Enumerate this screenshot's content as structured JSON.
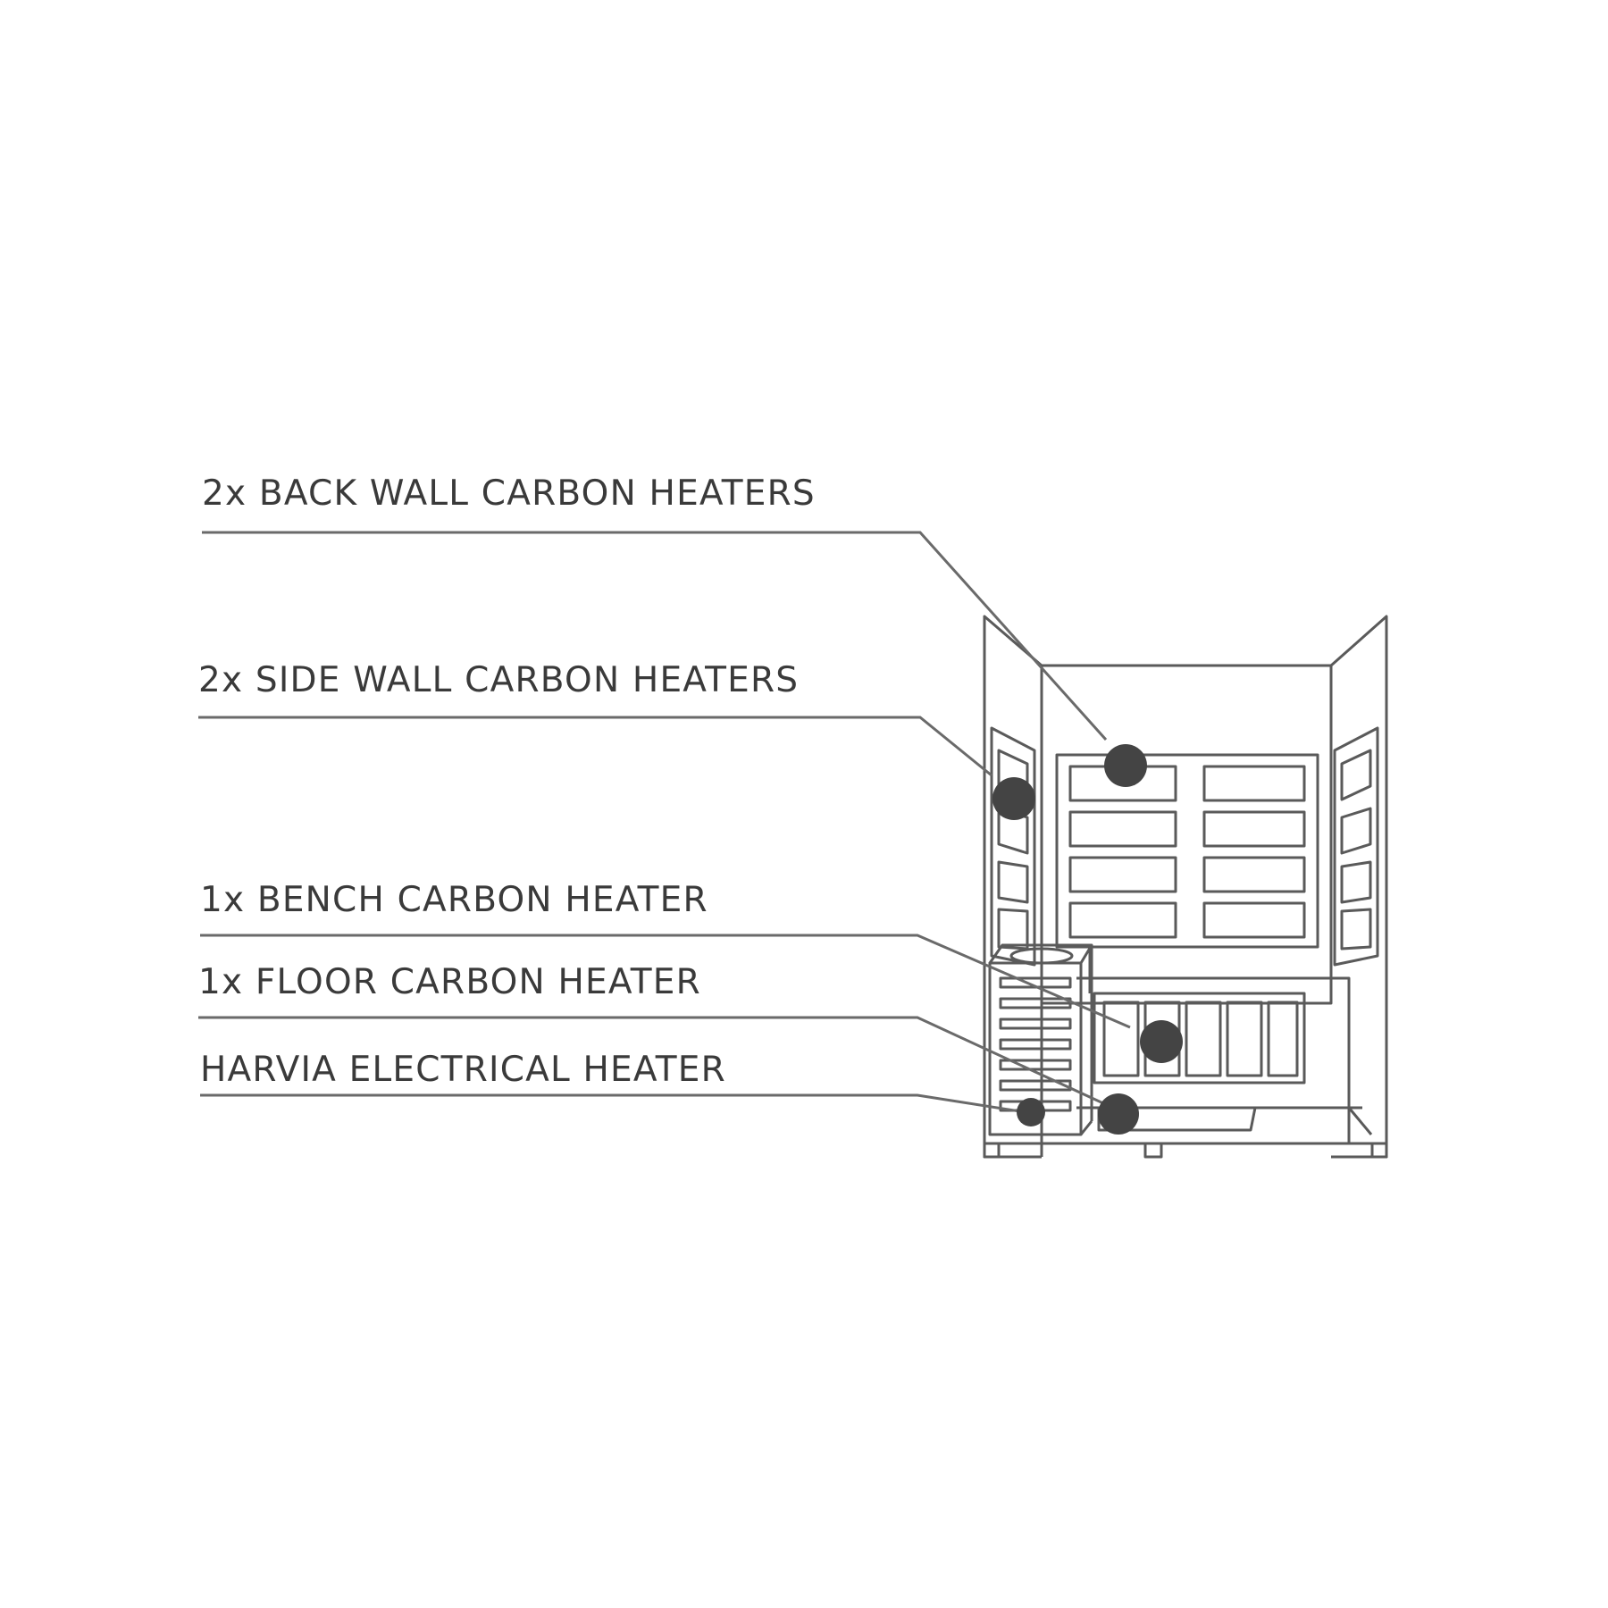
{
  "callouts": [
    {
      "label": "2x BACK WALL CARBON HEATERS"
    },
    {
      "label": "2x SIDE WALL CARBON HEATERS"
    },
    {
      "label": "1x BENCH CARBON HEATER"
    },
    {
      "label": "1x FLOOR CARBON HEATER"
    },
    {
      "label": "HARVIA ELECTRICAL HEATER"
    }
  ],
  "colors": {
    "background": "#ffffff",
    "text": "#3a3a3a",
    "line": "#5a5a5a",
    "marker": "#444444"
  }
}
